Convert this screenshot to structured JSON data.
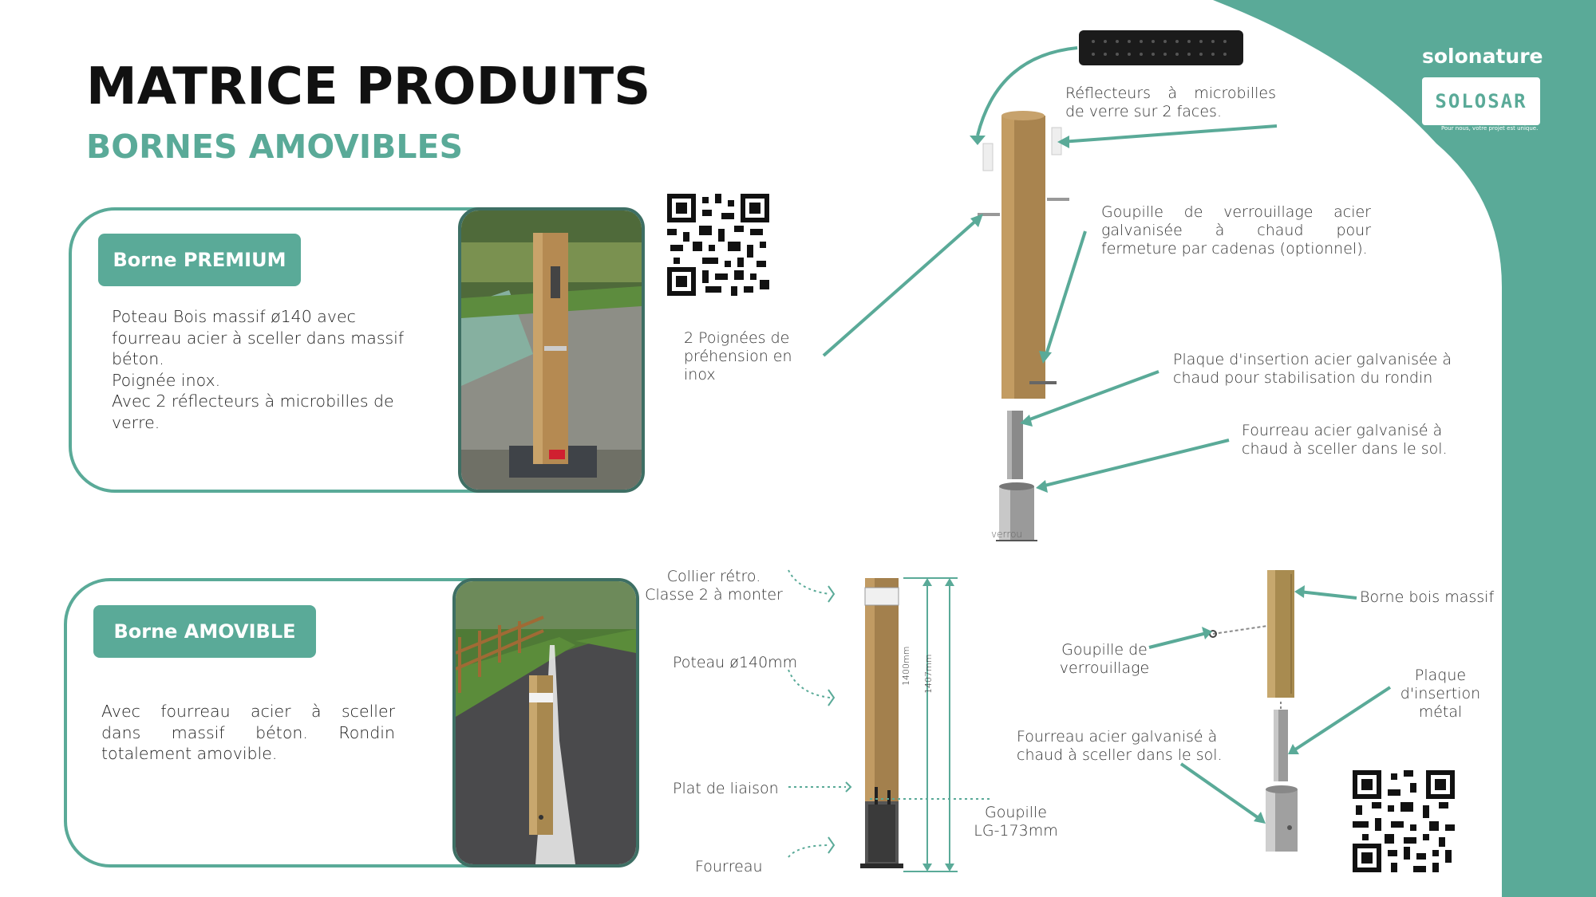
{
  "header": {
    "title": "MATRICE PRODUITS",
    "subtitle": "BORNES AMOVIBLES"
  },
  "brand": {
    "logo_text": "solonature",
    "logo_box_text": "SOLOSAR",
    "tagline": "Pour nous, votre projet est unique.",
    "accent": "#5aaa98",
    "panel_color": "#5aaa98"
  },
  "premium": {
    "badge": "Borne PREMIUM",
    "description": [
      "Poteau Bois massif ø140 avec",
      "fourreau acier à sceller dans massif",
      "béton.",
      "Poignée inox.",
      "Avec 2 réflecteurs à microbilles de",
      "verre."
    ],
    "diagram_labels": {
      "reflecteurs": [
        "Réflecteurs à microbilles",
        "de verre sur 2 faces."
      ],
      "goupille": [
        "Goupille de verrouillage acier",
        "galvanisée à chaud pour",
        "fermeture par cadenas (optionnel)."
      ],
      "poignees": [
        "2 Poignées de",
        "préhension en",
        "inox"
      ],
      "plaque": [
        "Plaque d'insertion acier galvanisée à",
        "chaud pour stabilisation du rondin"
      ],
      "fourreau": [
        "Fourreau acier galvanisé à",
        "chaud à sceller dans le sol."
      ],
      "verrou": "verrou"
    }
  },
  "amovible": {
    "badge": "Borne AMOVIBLE",
    "description": [
      "Avec fourreau acier à sceller",
      "dans massif béton. Rondin",
      "totalement amovible."
    ],
    "diagram_labels": {
      "collier": [
        "Collier rétro.",
        "Classe 2 à monter"
      ],
      "poteau": "Poteau ø140mm",
      "plat": "Plat de liaison",
      "fourreau": "Fourreau",
      "goupille": [
        "Goupille",
        "LG-173mm"
      ],
      "dim1": "1400mm",
      "dim2": "1407mm",
      "borne_bois": "Borne bois massif",
      "goupille_verrou": [
        "Goupille de",
        "verrouillage"
      ],
      "plaque": [
        "Plaque",
        "d'insertion",
        "métal"
      ],
      "fourreau_galva": [
        "Fourreau acier galvanisé à",
        "chaud à sceller dans le sol."
      ]
    }
  }
}
